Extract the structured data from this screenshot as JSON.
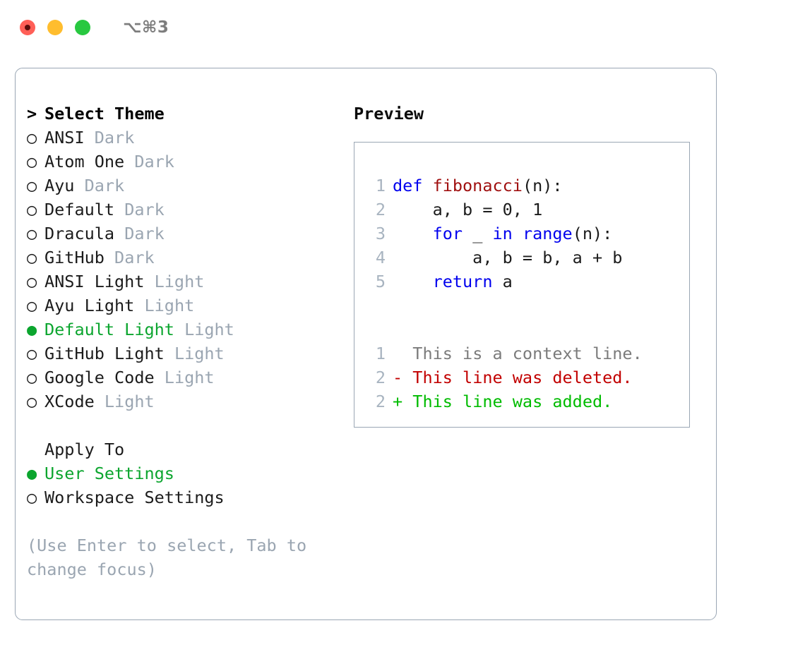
{
  "window": {
    "title": "⌥⌘3",
    "traffic_lights": [
      {
        "name": "close",
        "color": "#ff5f57"
      },
      {
        "name": "minimize",
        "color": "#ffbd2e"
      },
      {
        "name": "maximize",
        "color": "#28c840"
      }
    ],
    "border_color": "#9aa6b4"
  },
  "colors": {
    "accent_green": "#0ba52e",
    "muted_grey": "#9aa5b1",
    "keyword_blue": "#0000ee",
    "function_red": "#a01010",
    "diff_add_green": "#00bb00",
    "diff_del_red": "#c20000",
    "line_number": "#a8b4c0"
  },
  "theme_section": {
    "prompt": ">",
    "heading": "Select Theme",
    "bullet_unselected": "○",
    "bullet_selected": "●",
    "items": [
      {
        "bullet": "○",
        "name": "ANSI",
        "variant": "Dark",
        "selected": false
      },
      {
        "bullet": "○",
        "name": "Atom One",
        "variant": "Dark",
        "selected": false
      },
      {
        "bullet": "○",
        "name": "Ayu",
        "variant": "Dark",
        "selected": false
      },
      {
        "bullet": "○",
        "name": "Default",
        "variant": "Dark",
        "selected": false
      },
      {
        "bullet": "○",
        "name": "Dracula",
        "variant": "Dark",
        "selected": false
      },
      {
        "bullet": "○",
        "name": "GitHub",
        "variant": "Dark",
        "selected": false
      },
      {
        "bullet": "○",
        "name": "ANSI Light",
        "variant": "Light",
        "selected": false
      },
      {
        "bullet": "○",
        "name": "Ayu Light",
        "variant": "Light",
        "selected": false
      },
      {
        "bullet": "●",
        "name": "Default Light",
        "variant": "Light",
        "selected": true
      },
      {
        "bullet": "○",
        "name": "GitHub Light",
        "variant": "Light",
        "selected": false
      },
      {
        "bullet": "○",
        "name": "Google Code",
        "variant": "Light",
        "selected": false
      },
      {
        "bullet": "○",
        "name": "XCode",
        "variant": "Light",
        "selected": false
      }
    ]
  },
  "apply_section": {
    "heading": "Apply To",
    "items": [
      {
        "bullet": "●",
        "label": "User Settings",
        "selected": true
      },
      {
        "bullet": "○",
        "label": "Workspace Settings",
        "selected": false
      }
    ]
  },
  "hint": "(Use Enter to select, Tab to change focus)",
  "preview": {
    "title": "Preview",
    "code_lines": [
      {
        "no": "1",
        "tokens": [
          {
            "t": "def ",
            "c": "kw"
          },
          {
            "t": "fibonacci",
            "c": "fn"
          },
          {
            "t": "(n):",
            "c": "txt"
          }
        ]
      },
      {
        "no": "2",
        "tokens": [
          {
            "t": "    a, b = 0, 1",
            "c": "txt"
          }
        ]
      },
      {
        "no": "3",
        "tokens": [
          {
            "t": "    ",
            "c": "txt"
          },
          {
            "t": "for",
            "c": "kw"
          },
          {
            "t": " _ ",
            "c": "txt"
          },
          {
            "t": "in",
            "c": "kw"
          },
          {
            "t": " ",
            "c": "txt"
          },
          {
            "t": "range",
            "c": "kw"
          },
          {
            "t": "(n):",
            "c": "txt"
          }
        ]
      },
      {
        "no": "4",
        "tokens": [
          {
            "t": "        a, b = b, a + b",
            "c": "txt"
          }
        ]
      },
      {
        "no": "5",
        "tokens": [
          {
            "t": "    ",
            "c": "txt"
          },
          {
            "t": "return",
            "c": "kw"
          },
          {
            "t": " a",
            "c": "txt"
          }
        ]
      }
    ],
    "diff_lines": [
      {
        "no": "1",
        "marker": " ",
        "text": " This is a context line.",
        "kind": "ctx"
      },
      {
        "no": "2",
        "marker": "-",
        "text": " This line was deleted.",
        "kind": "del"
      },
      {
        "no": "2",
        "marker": "+",
        "text": " This line was added.",
        "kind": "add"
      }
    ]
  }
}
